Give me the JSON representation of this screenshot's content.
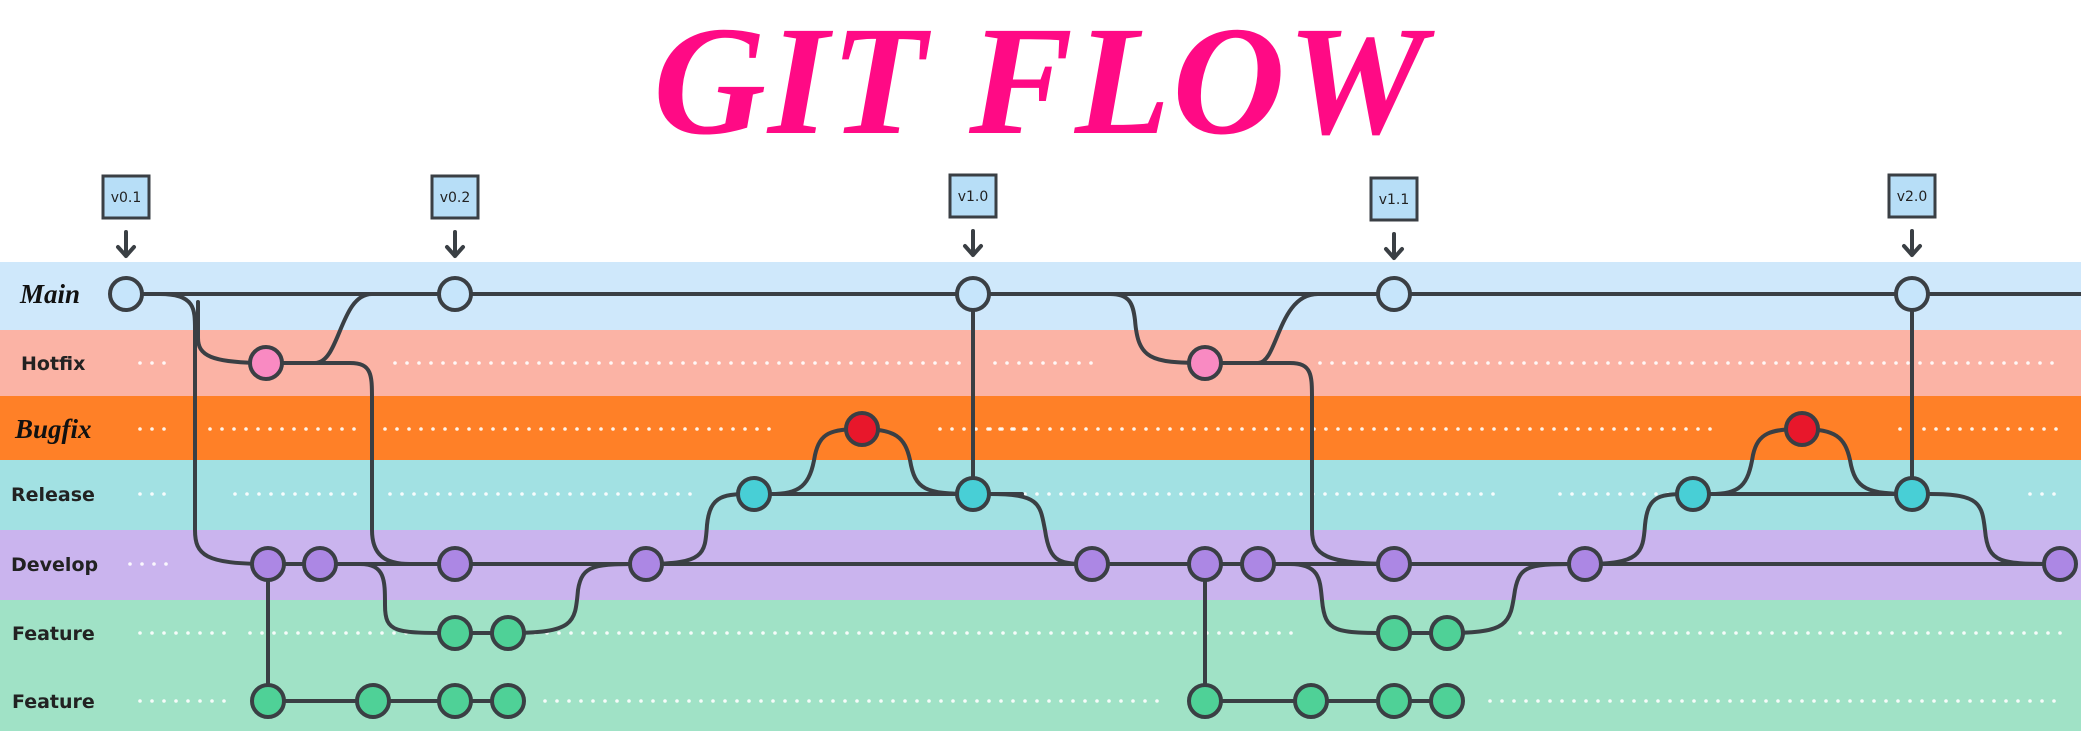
{
  "title": "GIT FLOW",
  "lanes": [
    {
      "id": "main",
      "label": "Main",
      "color": "#cfe8fb",
      "style": "serif"
    },
    {
      "id": "hotfix",
      "label": "Hotfix",
      "color": "#fbb3a5",
      "style": "sans"
    },
    {
      "id": "bugfix",
      "label": "Bugfix",
      "color": "#ff8027",
      "style": "serif"
    },
    {
      "id": "release",
      "label": "Release",
      "color": "#a2e1e3",
      "style": "sans"
    },
    {
      "id": "develop",
      "label": "Develop",
      "color": "#cab4ee",
      "style": "sans"
    },
    {
      "id": "feature1",
      "label": "Feature",
      "color": "#a0e2c6",
      "style": "sans"
    },
    {
      "id": "feature2",
      "label": "Feature",
      "color": "#a0e2c6",
      "style": "sans"
    }
  ],
  "tags": [
    "v0.1",
    "v0.2",
    "v1.0",
    "v1.1",
    "v2.0"
  ],
  "commit_colors": {
    "main": "#c6e5fb",
    "hotfix": "#f98ac2",
    "bugfix": "#e8172b",
    "release": "#48cfd6",
    "develop": "#ac87e4",
    "feature": "#4fd197"
  },
  "colors": {
    "title": "#ff0a85",
    "line": "#3a3f44",
    "dots": "#ffffff"
  }
}
